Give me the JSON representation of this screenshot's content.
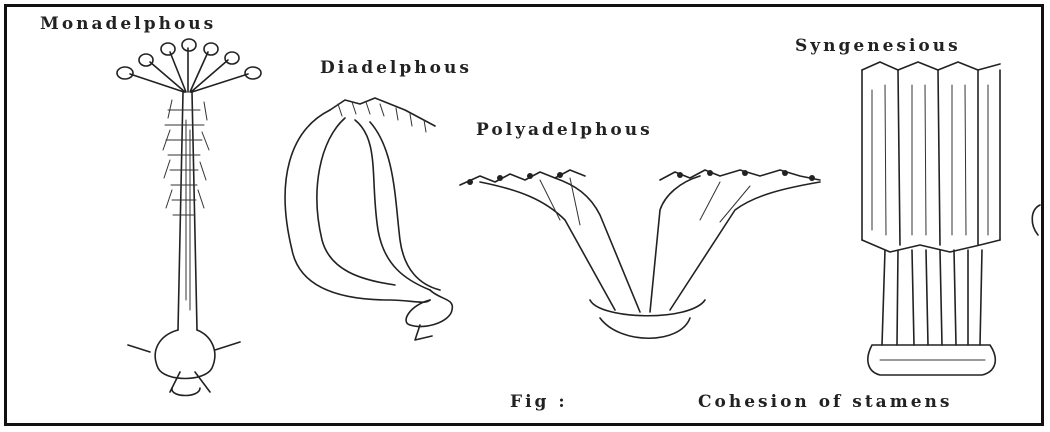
{
  "labels": {
    "monadelphous": "Monadelphous",
    "diadelphous": "Diadelphous",
    "polyadelphous": "Polyadelphous",
    "syngenesious": "Syngenesious",
    "fig": "Fig :",
    "caption": "Cohesion of stamens"
  },
  "colors": {
    "ink": "#222222",
    "background": "#ffffff",
    "border": "#111111"
  }
}
